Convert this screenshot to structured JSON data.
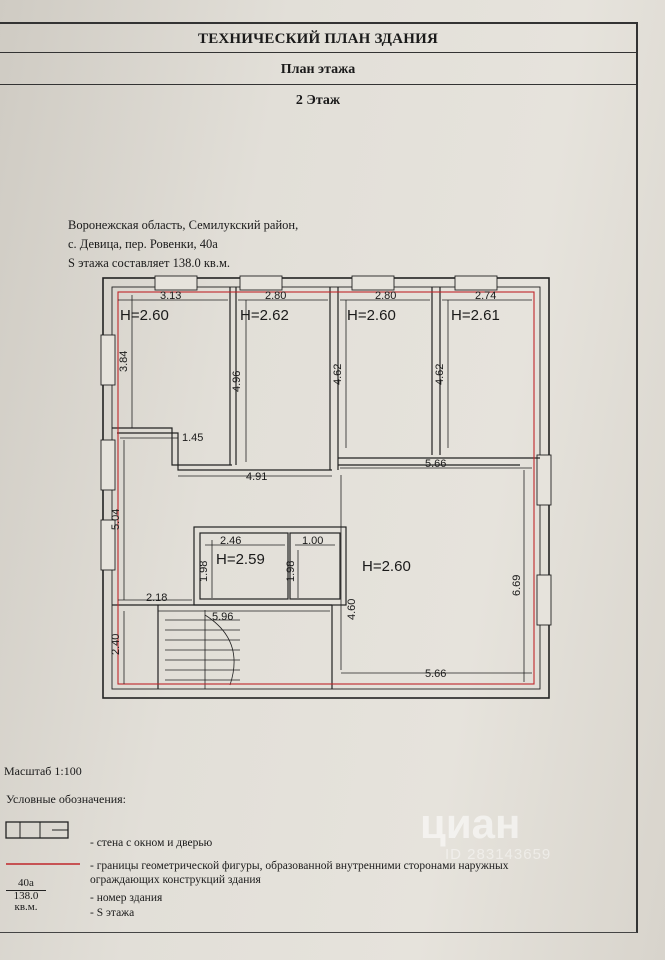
{
  "header": {
    "title": "ТЕХНИЧЕСКИЙ ПЛАН ЗДАНИЯ",
    "subtitle": "План этажа",
    "floor": "2 Этаж"
  },
  "address": {
    "line1": "Воронежская область, Семилукский район,",
    "line2": "с. Девица, пер. Ровенки, 40а",
    "area": "S этажа составляет 138.0 кв.м."
  },
  "heights": {
    "r1": "H=2.60",
    "r2": "H=2.62",
    "r3": "H=2.60",
    "r4": "H=2.61",
    "bath": "H=2.59",
    "hall": "H=2.60"
  },
  "dims": {
    "d313": "3.13",
    "d280a": "2.80",
    "d280b": "2.80",
    "d274": "2.74",
    "d384": "3.84",
    "d496": "4.96",
    "d462a": "4.62",
    "d462b": "4.62",
    "d145": "1.45",
    "d491": "4.91",
    "d566a": "5.66",
    "d504": "5.04",
    "d246": "2.46",
    "d100": "1.00",
    "d198a": "1.98",
    "d198b": "1.98",
    "d669": "6.69",
    "d218": "2.18",
    "d596": "5.96",
    "d460": "4.60",
    "d240": "2.40",
    "d566b": "5.66"
  },
  "scale": "Масштаб 1:100",
  "legend": {
    "title": "Условные обозначения:",
    "wall": "- стена с окном и дверью",
    "bound1": "- границы геометрической фигуры, образованной внутренними сторонами наружных",
    "bound2": "ограждающих конструкций здания",
    "number": "- номер здания",
    "area": "- S этажа",
    "sym_num": "40а",
    "sym_area": "138.0 кв.м."
  },
  "watermark": {
    "brand": "циан",
    "id": "ID 283143659"
  },
  "colors": {
    "boundary": "#c0262a",
    "ink": "#1a1a1a",
    "paper": "#e3e0d9"
  }
}
